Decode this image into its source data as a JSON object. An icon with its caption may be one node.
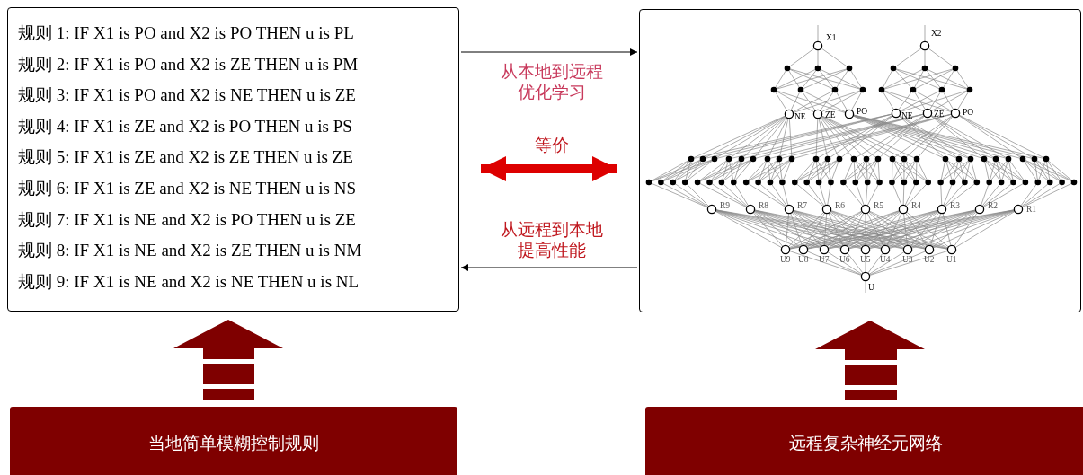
{
  "diagram": {
    "nodes": [
      {
        "text": [
          "规则 1: IF X1 is PO and X2 is PO THEN u is PL",
          "规则 2: IF X1 is PO and X2 is ZE THEN u is PM",
          "规则 3: IF X1 is PO and X2 is NE THEN u is ZE",
          "规则 4: IF X1 is ZE and X2 is PO THEN u is PS",
          "规则 5: IF X1 is ZE and X2 is ZE THEN u is ZE",
          "规则 6: IF X1 is ZE and X2 is NE THEN u is NS",
          "规则 7: IF X1 is NE and X2 is PO THEN u is ZE",
          "规则 8: IF X1 is NE and X2 is ZE THEN u is NM",
          "规则 9: IF X1 is NE and X2 is NE THEN u is NL"
        ]
      },
      {
        "text": [],
        "shape": "box"
      },
      {
        "text": [
          "当地简单模糊控制规则"
        ]
      },
      {
        "text": [
          "远程复杂神经元网络"
        ]
      }
    ],
    "edges": [
      {
        "from": 0,
        "to": 1,
        "arrow": "to",
        "label": "从本地到远程优化学习"
      },
      {
        "from": 0,
        "to": 1,
        "arrow": "both",
        "label": "等价",
        "style": "thick",
        "color": "#dd0000"
      },
      {
        "from": 1,
        "to": 0,
        "arrow": "to",
        "label": "从远程到本地提高性能"
      },
      {
        "from": 2,
        "to": 0,
        "arrow": "to",
        "style": "thick",
        "color": "#7f0000"
      },
      {
        "from": 3,
        "to": 1,
        "arrow": "to",
        "style": "thick",
        "color": "#7f0000"
      }
    ],
    "labels": [
      "X1",
      "X2",
      "NE",
      "ZE",
      "PO",
      "NE",
      "ZE",
      "PO",
      "R9",
      "R8",
      "R7",
      "R6",
      "R5",
      "R4",
      "R3",
      "R2",
      "R1",
      "U9",
      "U8",
      "U7",
      "U6",
      "U5",
      "U4",
      "U3",
      "U2",
      "U1",
      "U"
    ]
  }
}
